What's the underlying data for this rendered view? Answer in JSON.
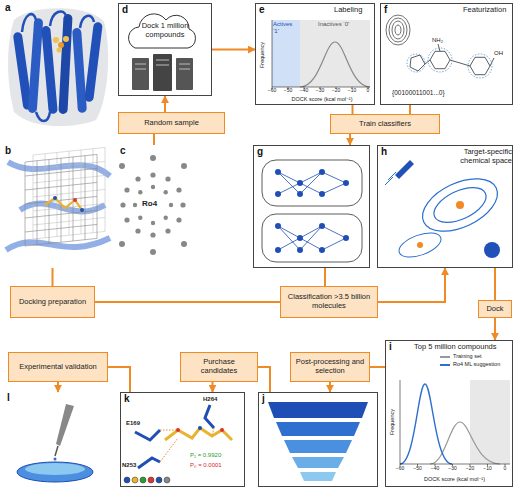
{
  "diagram": {
    "nodes": [
      {
        "text": [
          "a"
        ]
      },
      {
        "text": [
          "d",
          "Dock 1 million compounds"
        ]
      },
      {
        "text": [
          "e",
          "Labeling"
        ]
      },
      {
        "text": [
          "f",
          "Featurization"
        ]
      },
      {
        "text": [
          "Random sample"
        ]
      },
      {
        "text": [
          "Train classifiers"
        ]
      },
      {
        "text": [
          "b"
        ]
      },
      {
        "text": [
          "c"
        ]
      },
      {
        "text": [
          "g"
        ]
      },
      {
        "text": [
          "h",
          "Target-specific chemical space"
        ]
      },
      {
        "text": [
          "Docking preparation"
        ]
      },
      {
        "text": [
          "Classification >3.5 billion molecules"
        ]
      },
      {
        "text": [
          "Dock"
        ]
      },
      {
        "text": [
          "Experimental validation"
        ]
      },
      {
        "text": [
          "Purchase candidates"
        ]
      },
      {
        "text": [
          "Post-processing and selection"
        ]
      },
      {
        "text": [
          "i",
          "Top 5 million compounds"
        ]
      },
      {
        "text": [
          "l"
        ]
      },
      {
        "text": [
          "k"
        ]
      },
      {
        "text": [
          "j"
        ]
      }
    ],
    "edges": [
      {
        "from": 7,
        "to": 4,
        "arrow": "none"
      },
      {
        "from": 4,
        "to": 1,
        "arrow": "to"
      },
      {
        "from": 1,
        "to": 2,
        "arrow": "to"
      },
      {
        "from": 2,
        "to": 5,
        "arrow": "none"
      },
      {
        "from": 3,
        "to": 5,
        "arrow": "none"
      },
      {
        "from": 5,
        "to": 8,
        "arrow": "to"
      },
      {
        "from": 6,
        "to": 10,
        "arrow": "none"
      },
      {
        "from": 10,
        "to": 11,
        "arrow": "none"
      },
      {
        "from": 8,
        "to": 11,
        "arrow": "none"
      },
      {
        "from": 11,
        "to": 9,
        "arrow": "to"
      },
      {
        "from": 9,
        "to": 12,
        "arrow": "none"
      },
      {
        "from": 12,
        "to": 16,
        "arrow": "to"
      },
      {
        "from": 16,
        "to": 15,
        "arrow": "none"
      },
      {
        "from": 15,
        "to": 19,
        "arrow": "to"
      },
      {
        "from": 19,
        "to": 14,
        "arrow": "none"
      },
      {
        "from": 14,
        "to": 18,
        "arrow": "to"
      },
      {
        "from": 18,
        "to": 13,
        "arrow": "none"
      },
      {
        "from": 13,
        "to": 17,
        "arrow": "to"
      }
    ],
    "labels": [
      "Ro4",
      "Actives ‘1’",
      "Inactives ‘0’",
      "Frequency",
      "DOCK score (kcal mol⁻¹)",
      "−60",
      "−50",
      "−40",
      "−30",
      "−20",
      "−10",
      "0",
      "NH₂",
      "OH",
      "{00100011001...0}",
      "Frequency",
      "DOCK score (kcal mol⁻¹)",
      "−60",
      "−50",
      "−40",
      "−30",
      "−20",
      "−10",
      "0",
      "H264",
      "E169",
      "N253",
      "P₁ = 0.9920",
      "P₀ = 0.0001"
    ],
    "legend": [
      {
        "text": "Training set"
      },
      {
        "text": "Ro4 ML suggestion"
      }
    ]
  }
}
